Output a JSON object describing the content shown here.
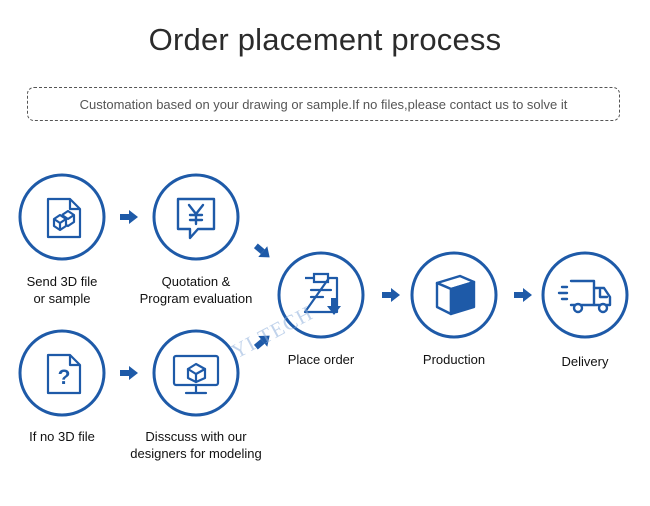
{
  "title": "Order placement process",
  "subtitle": "Customation based on your drawing or sample.If no files,please contact us to solve it",
  "watermark": "YI TECH",
  "accent_color": "#1e5aa8",
  "steps": {
    "send_3d": {
      "line1": "Send 3D file",
      "line2": "or sample",
      "icon": "3d-file-icon"
    },
    "quotation": {
      "line1": "Quotation &",
      "line2": "Program evaluation",
      "icon": "yen-chat-icon"
    },
    "no_3d": {
      "line1": "If no 3D file",
      "icon": "question-file-icon"
    },
    "discuss": {
      "line1": "Disscuss with our",
      "line2": "designers for modeling",
      "icon": "monitor-model-icon"
    },
    "place_order": {
      "line1": "Place order",
      "icon": "order-document-icon"
    },
    "production": {
      "line1": "Production",
      "icon": "box-icon"
    },
    "delivery": {
      "line1": "Delivery",
      "icon": "truck-icon"
    }
  }
}
